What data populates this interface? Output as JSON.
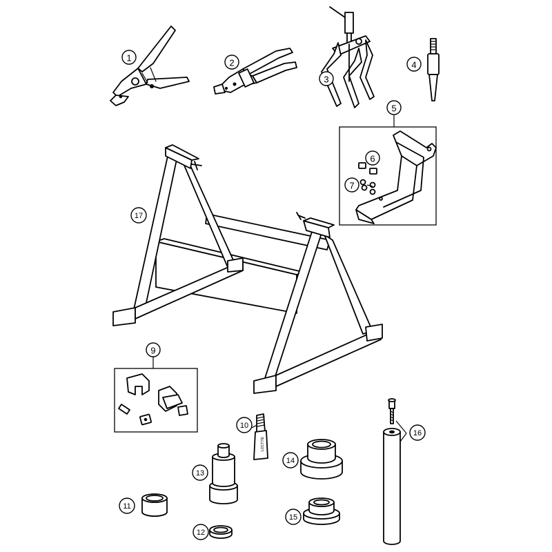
{
  "callouts": {
    "c1": "1",
    "c2": "2",
    "c3": "3",
    "c4": "4",
    "c5": "5",
    "c6": "6",
    "c7": "7",
    "c9": "9",
    "c10": "10",
    "c11": "11",
    "c12": "12",
    "c13": "13",
    "c14": "14",
    "c15": "15",
    "c16": "16",
    "c17": "17"
  },
  "part10_label": "LOCTITE"
}
